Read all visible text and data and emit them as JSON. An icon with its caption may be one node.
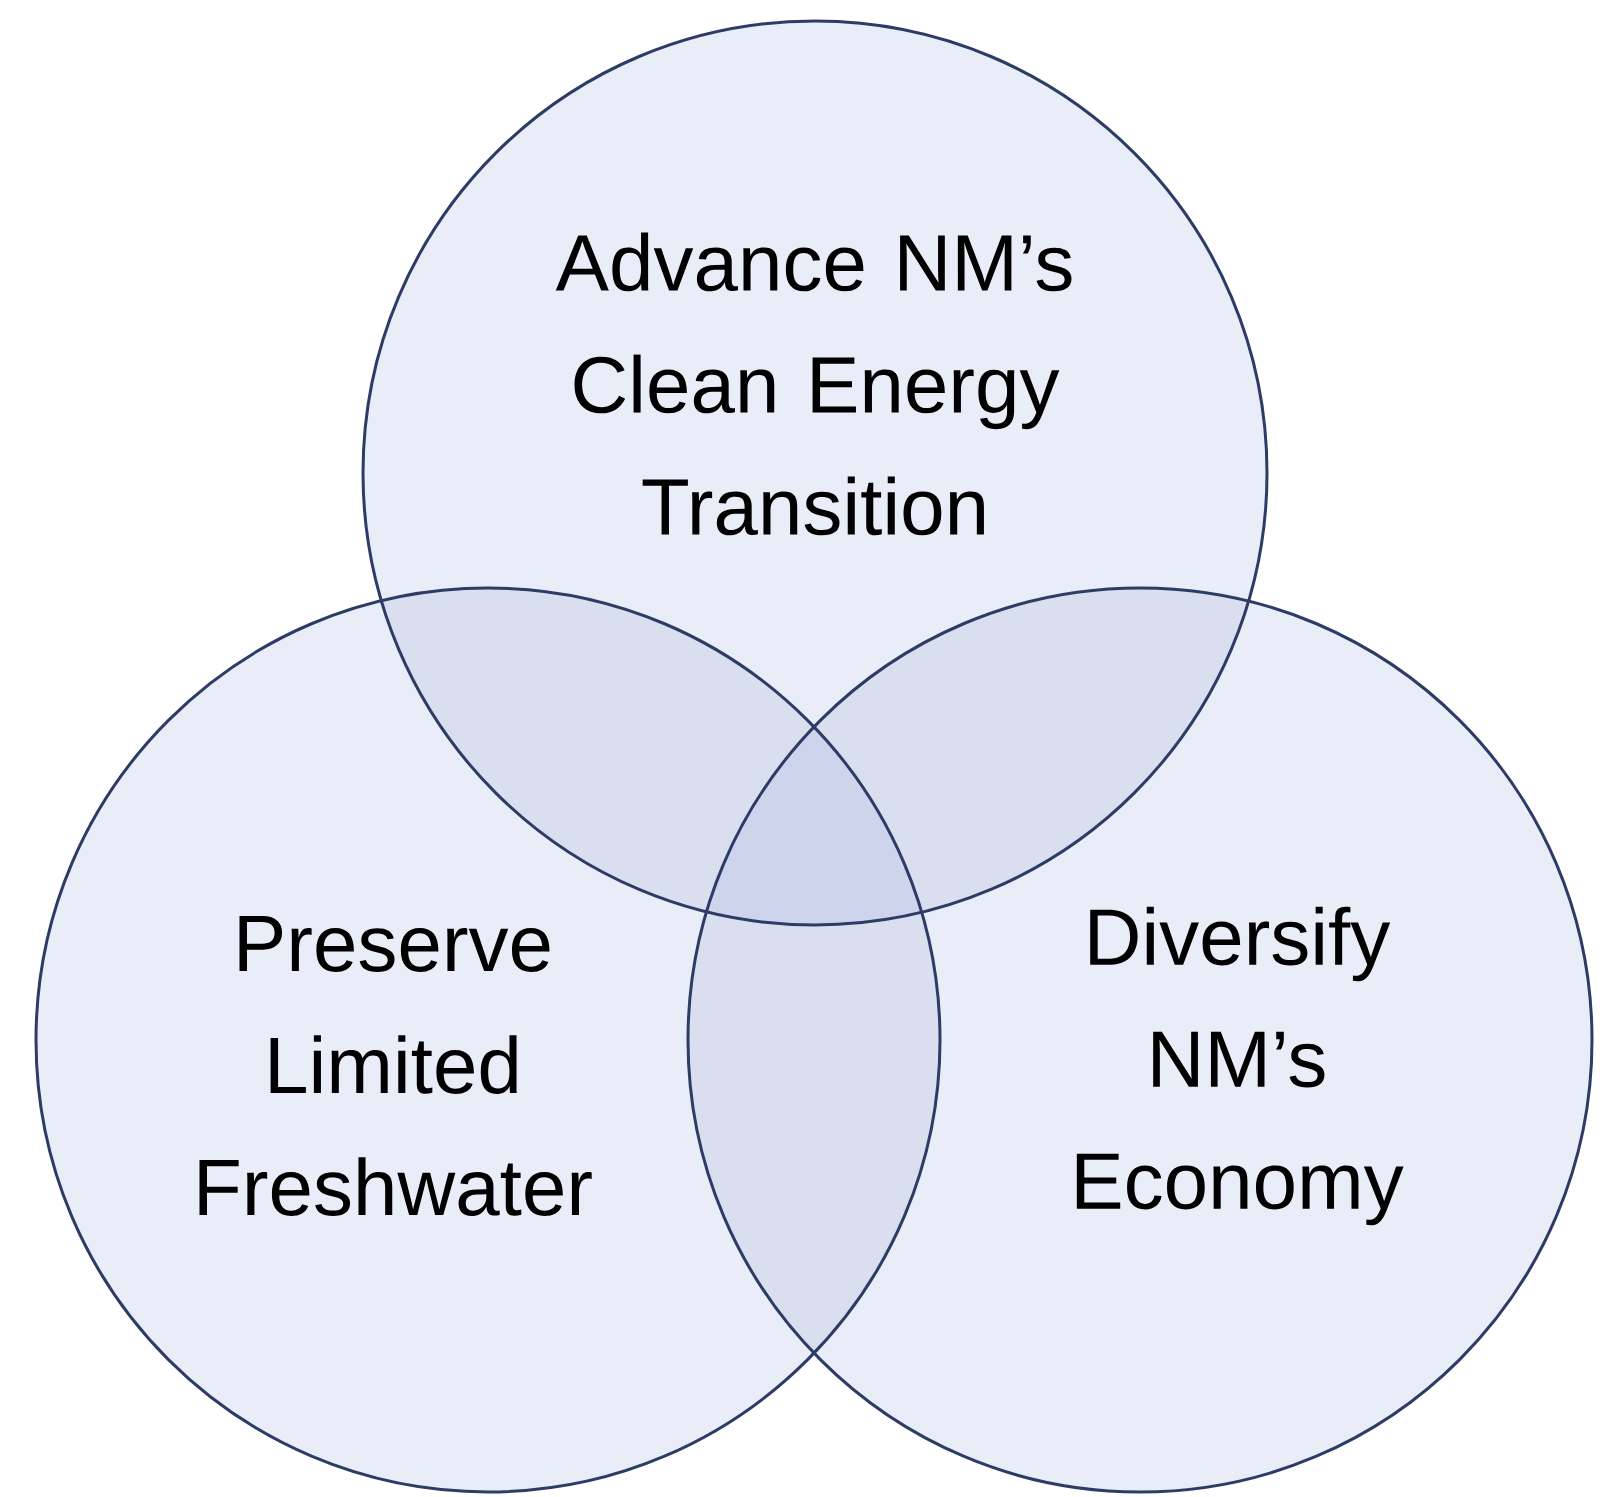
{
  "diagram": {
    "nodes": [
      {
        "text": [
          "Advance NM’s Clean Energy Transition"
        ]
      },
      {
        "text": [
          "Preserve Limited Freshwater"
        ]
      },
      {
        "text": [
          "Diversify NM’s Economy"
        ]
      }
    ]
  }
}
